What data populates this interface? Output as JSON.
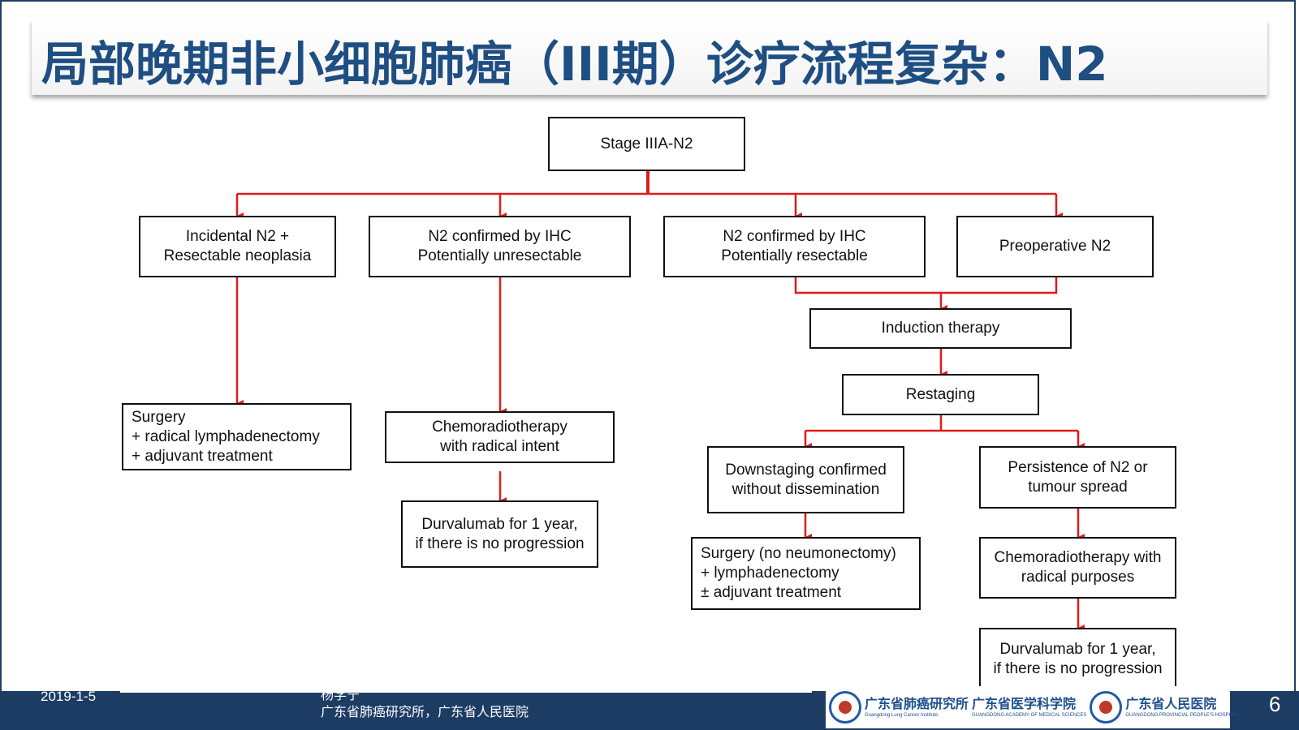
{
  "title": "局部晚期非小细胞肺癌（III期）诊疗流程复杂：N2",
  "colors": {
    "title": "#1e4e82",
    "connector": "#e01b1b",
    "footer": "#1d3c64"
  },
  "flowchart": {
    "nodes": {
      "stage": "Stage IIIA-N2",
      "incidental": "Incidental N2 +\nResectable neoplasia",
      "unresectable": "N2 confirmed by IHC\nPotentially unresectable",
      "resectable": "N2 confirmed by IHC\nPotentially resectable",
      "preoperative": "Preoperative N2",
      "surgery_left": "Surgery\n+ radical lymphadenectomy\n+ adjuvant treatment",
      "chemo_radical": "Chemoradiotherapy\nwith radical intent",
      "durva_mid": "Durvalumab for 1 year,\nif there is no progression",
      "induction": "Induction therapy",
      "restaging": "Restaging",
      "downstaging": "Downstaging confirmed\nwithout dissemination",
      "persistence": "Persistence of N2 or\ntumour spread",
      "surgery_right": "Surgery (no neumonectomy)\n+ lymphadenectomy\n± adjuvant treatment",
      "chemo_purposes": "Chemoradiotherapy with\nradical purposes",
      "durva_right": "Durvalumab for 1 year,\nif there is no progression"
    }
  },
  "footer": {
    "date": "2019-1-5",
    "author": "杨学宁",
    "affiliation": "广东省肺癌研究所，广东省人民医院",
    "page_number": "6",
    "logos": [
      {
        "name": "广东省肺癌研究所",
        "sub": "Guangdong Lung Cancer Institute"
      },
      {
        "name": "广东省医学科学院",
        "sub": "GUANGDONG ACADEMY OF MEDICAL SCIENCES"
      },
      {
        "name": "广东省人民医院",
        "sub": "GUANGDONG PROVINCIAL PEOPLE'S HOSPITAL"
      }
    ]
  }
}
